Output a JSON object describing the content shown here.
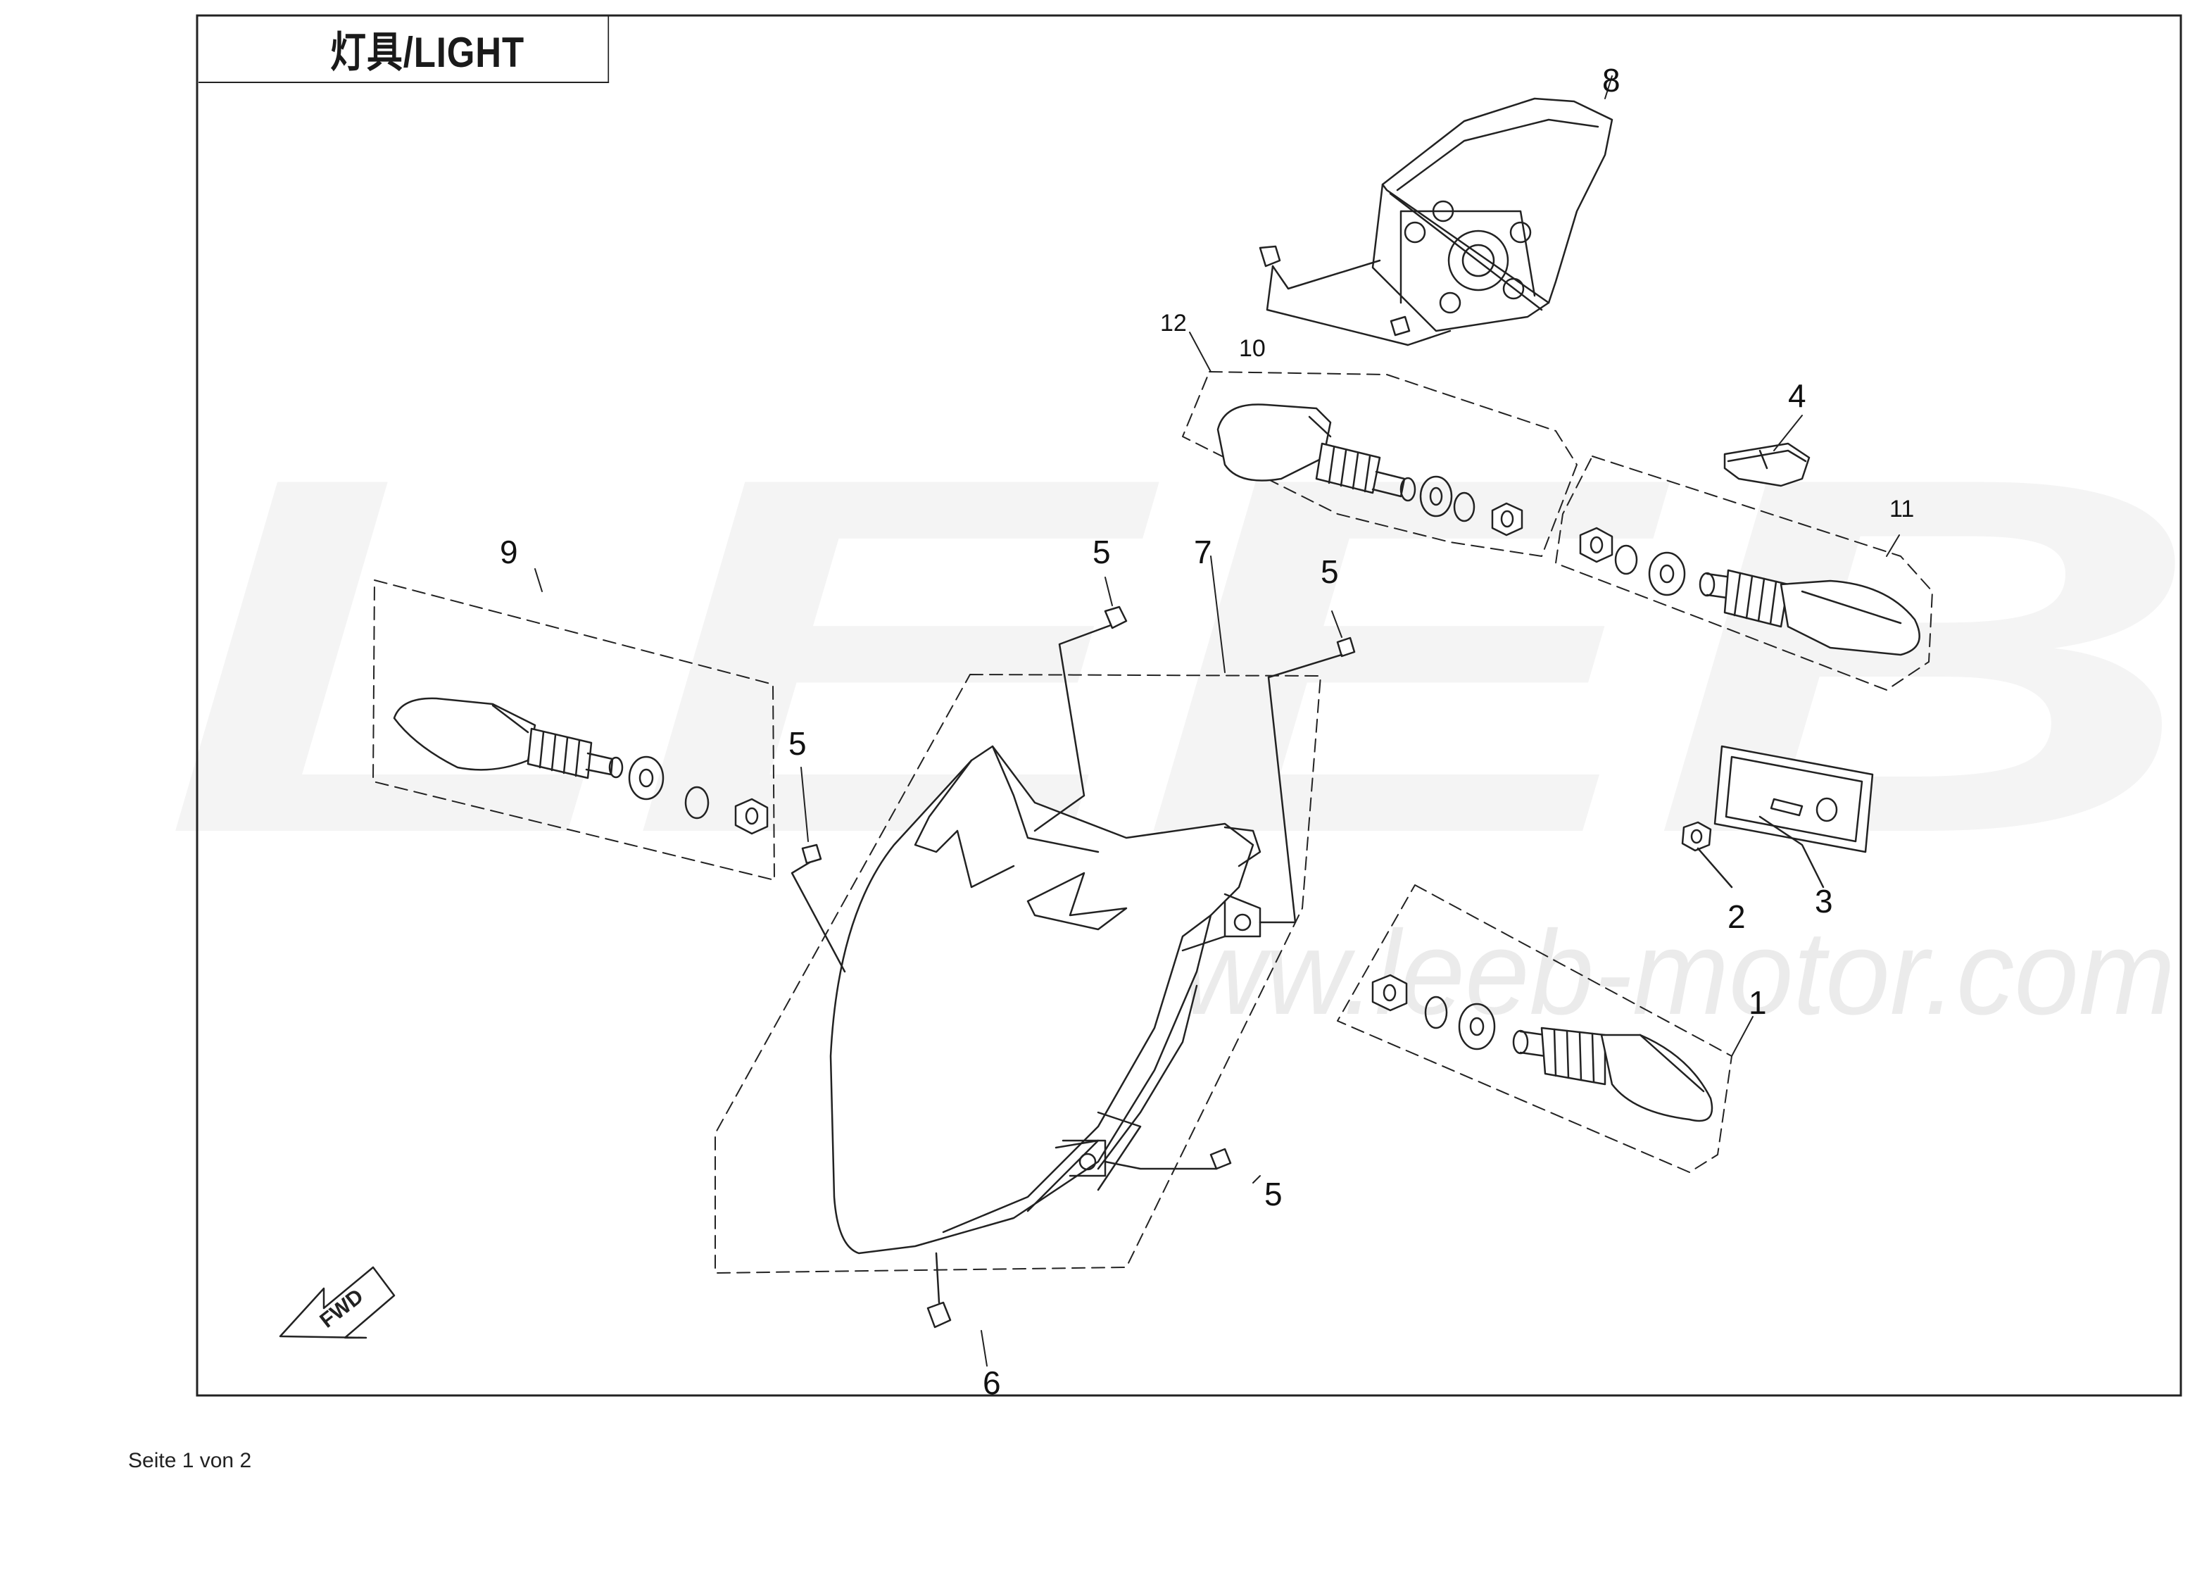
{
  "title": "灯具/LIGHT",
  "footer": "Seite 1 von 2",
  "watermark": {
    "brand": "LEEB",
    "url": "www.leeb-motor.com"
  },
  "fwd_label": "FWD",
  "callouts": [
    "1",
    "2",
    "3",
    "4",
    "5",
    "5",
    "5",
    "5",
    "6",
    "7",
    "8",
    "9",
    "10",
    "11",
    "12"
  ]
}
